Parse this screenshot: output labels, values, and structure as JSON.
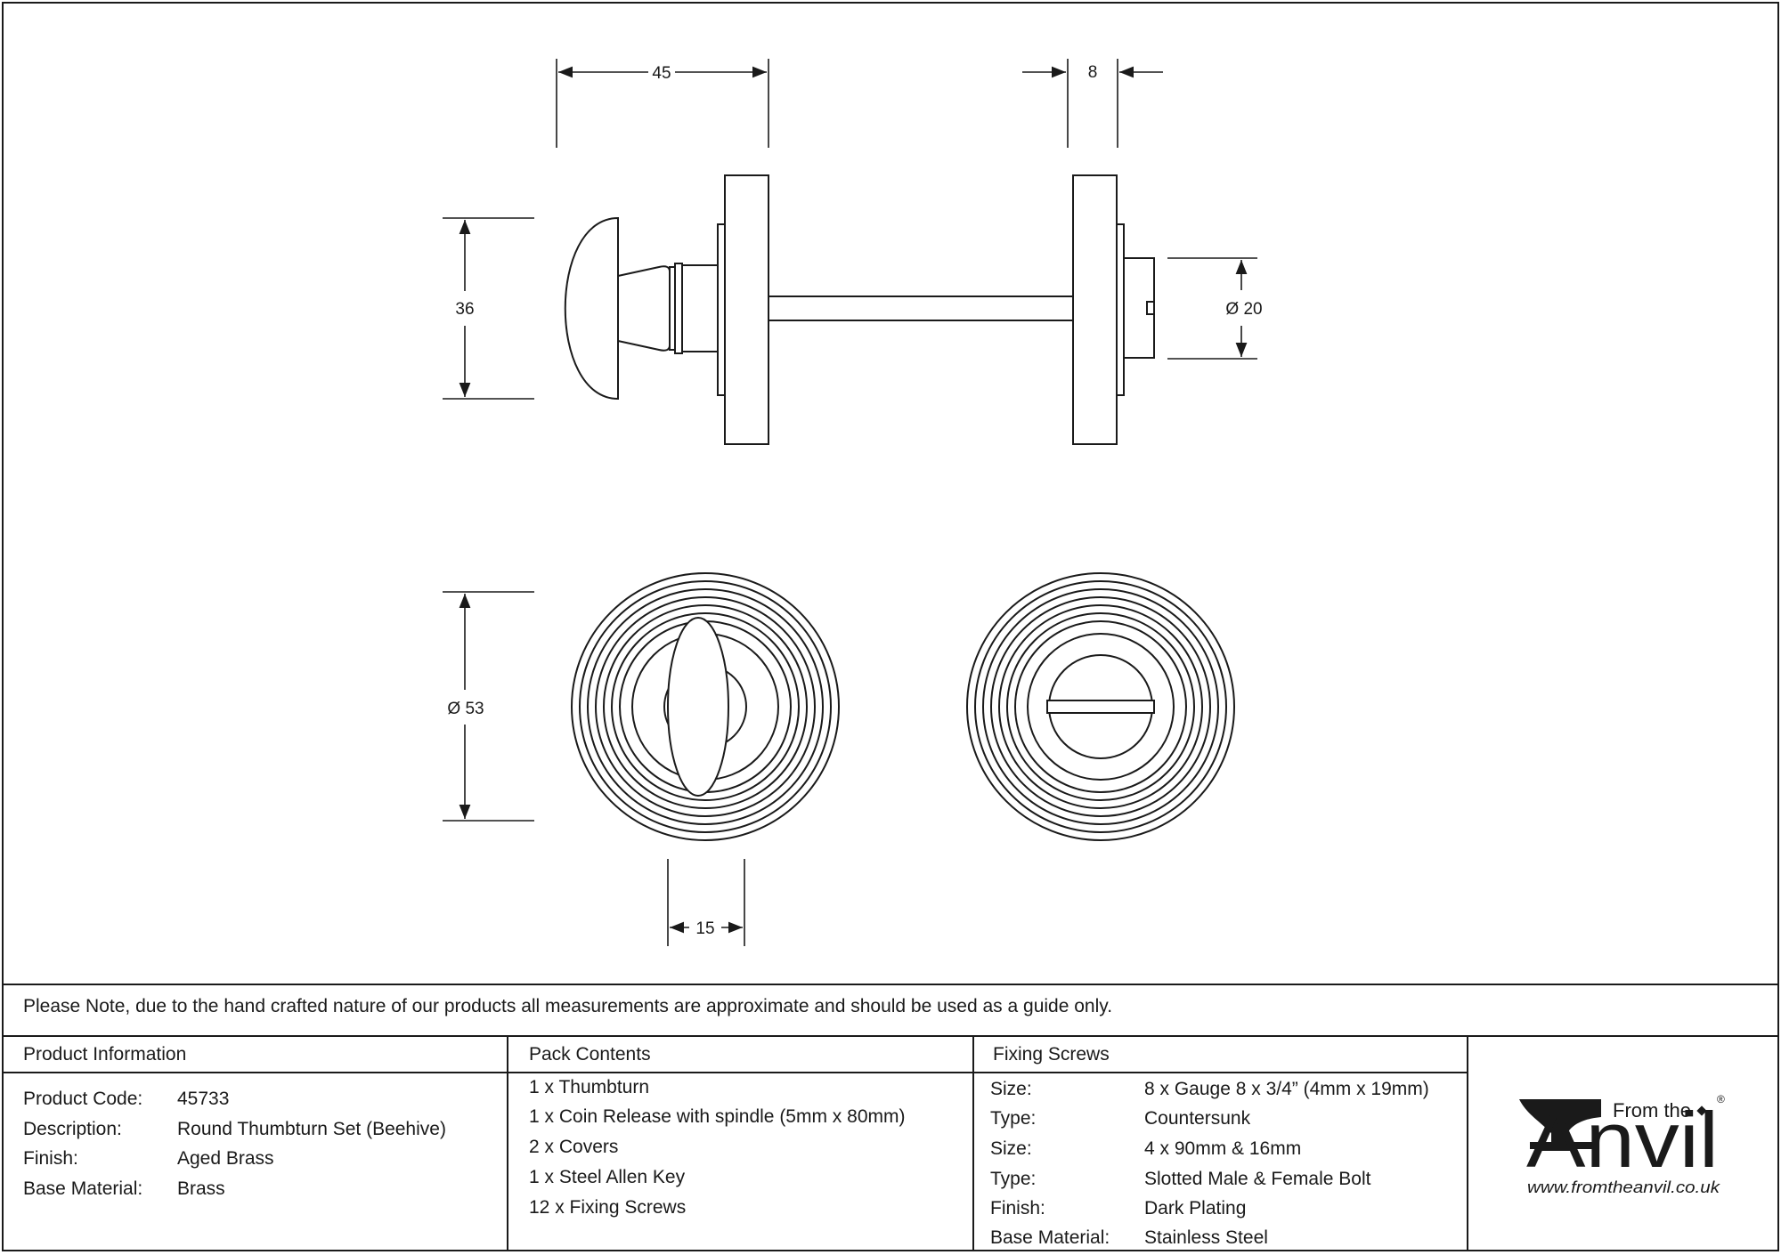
{
  "dimensions": {
    "top_width": "45",
    "rose_thickness": "8",
    "knob_height": "36",
    "bolt_diameter": "Ø 20",
    "rose_diameter": "Ø 53",
    "turn_width": "15"
  },
  "note": "Please Note, due to the hand crafted nature of our products all measurements are approximate and should be used as a guide only.",
  "product_info": {
    "header": "Product Information",
    "rows": [
      {
        "label": "Product Code:",
        "value": "45733"
      },
      {
        "label": "Description:",
        "value": "Round Thumbturn Set (Beehive)"
      },
      {
        "label": "Finish:",
        "value": "Aged Brass"
      },
      {
        "label": "Base Material:",
        "value": "Brass"
      }
    ]
  },
  "pack_contents": {
    "header": "Pack Contents",
    "items": [
      "1 x Thumbturn",
      "1 x Coin Release with spindle (5mm x 80mm)",
      "2 x Covers",
      "1 x Steel Allen Key",
      "12 x Fixing Screws"
    ]
  },
  "fixing_screws": {
    "header": "Fixing Screws",
    "rows": [
      {
        "label": "Size:",
        "value": "8 x Gauge 8 x 3/4” (4mm x 19mm)"
      },
      {
        "label": "Type:",
        "value": "Countersunk"
      },
      {
        "label": "Size:",
        "value": "4 x 90mm & 16mm"
      },
      {
        "label": "Type:",
        "value": "Slotted Male & Female Bolt"
      },
      {
        "label": "Finish:",
        "value": "Dark Plating"
      },
      {
        "label": "Base Material:",
        "value": "Stainless Steel"
      }
    ]
  },
  "logo": {
    "from_the": "From the",
    "brand": "Anvil",
    "registered": "®",
    "url": "www.fromtheanvil.co.uk"
  }
}
